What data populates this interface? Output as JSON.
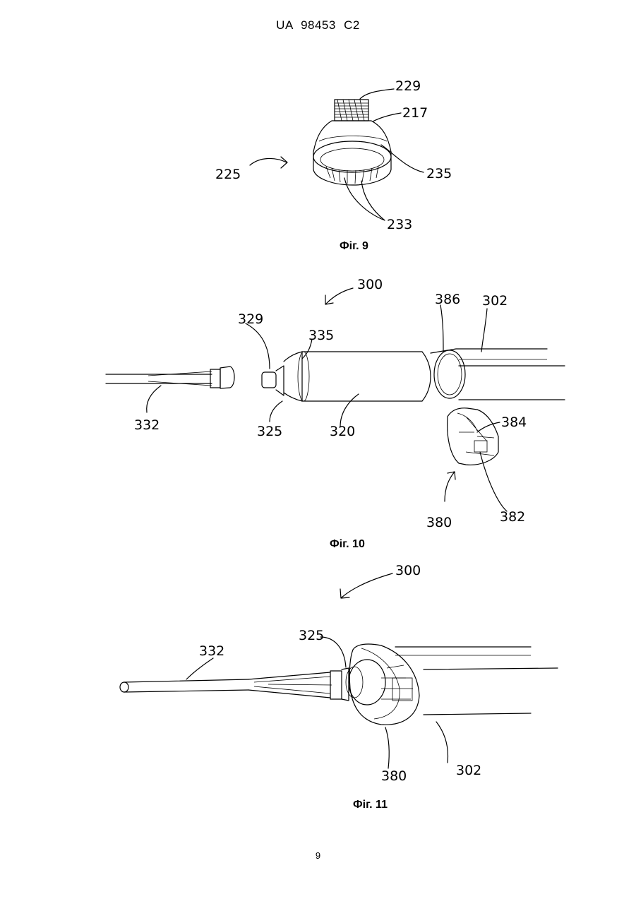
{
  "header": {
    "patent_number": "UA   98453   C2"
  },
  "figures": [
    {
      "caption": "Фіг. 9",
      "labels": {
        "l229": "229",
        "l217": "217",
        "l225": "225",
        "l235": "235",
        "l233": "233"
      }
    },
    {
      "caption": "Фіг. 10",
      "labels": {
        "l300": "300",
        "l386": "386",
        "l302": "302",
        "l329": "329",
        "l335": "335",
        "l332": "332",
        "l325": "325",
        "l320": "320",
        "l384": "384",
        "l380": "380",
        "l382": "382"
      }
    },
    {
      "caption": "Фіг. 11",
      "labels": {
        "l300": "300",
        "l325": "325",
        "l332": "332",
        "l380": "380",
        "l302": "302"
      }
    }
  ],
  "footer": {
    "page_number": "9"
  }
}
